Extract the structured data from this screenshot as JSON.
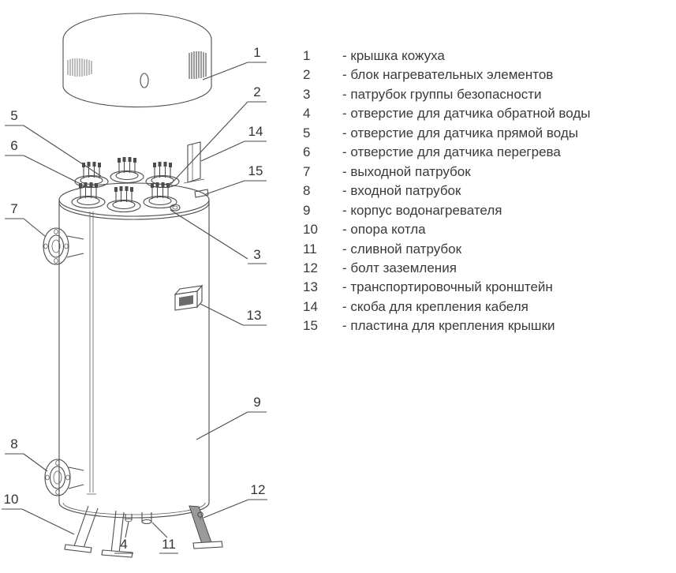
{
  "colors": {
    "ink": "#3a3a3a",
    "line": "#4c4c4c",
    "background": "#ffffff"
  },
  "legend": {
    "items": [
      {
        "num": "1",
        "desc": "- крышка кожуха"
      },
      {
        "num": "2",
        "desc": "- блок нагревательных элементов"
      },
      {
        "num": "3",
        "desc": "- патрубок группы безопасности"
      },
      {
        "num": "4",
        "desc": "- отверстие для датчика обратной воды"
      },
      {
        "num": "5",
        "desc": "- отверстие для датчика прямой воды"
      },
      {
        "num": "6",
        "desc": "- отверстие для датчика перегрева"
      },
      {
        "num": "7",
        "desc": "- выходной патрубок"
      },
      {
        "num": "8",
        "desc": "- входной патрубок"
      },
      {
        "num": "9",
        "desc": "- корпус водонагревателя"
      },
      {
        "num": "10",
        "desc": "- опора котла"
      },
      {
        "num": "11",
        "desc": "- сливной патрубок"
      },
      {
        "num": "12",
        "desc": "- болт заземления"
      },
      {
        "num": "13",
        "desc": "- транспортировочный кронштейн"
      },
      {
        "num": "14",
        "desc": "- скоба для крепления кабеля"
      },
      {
        "num": "15",
        "desc": "- пластина для крепления крышки"
      }
    ]
  }
}
